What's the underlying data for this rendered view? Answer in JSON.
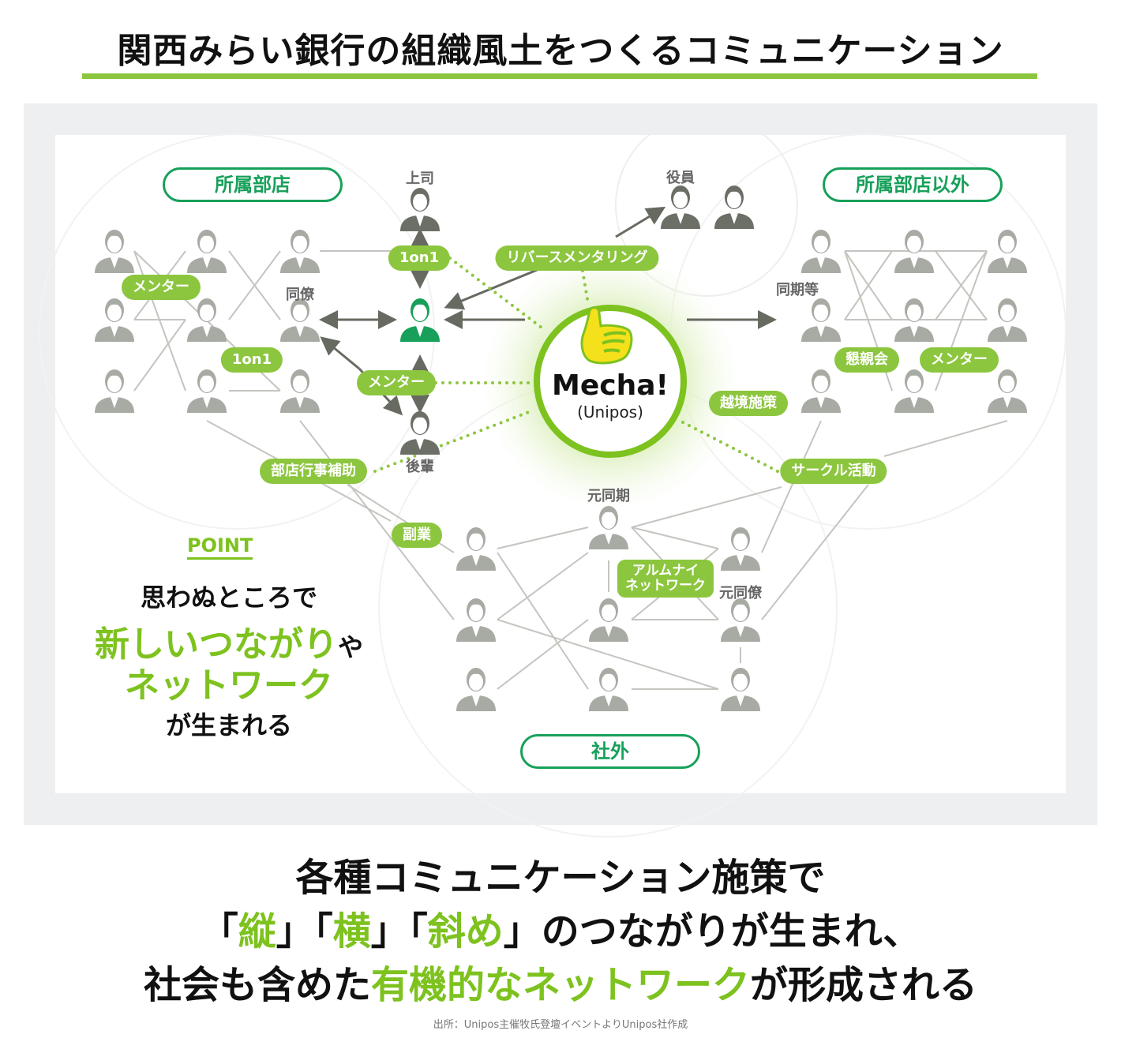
{
  "title": "関西みらい銀行の組織風土をつくるコミュニケーション",
  "groups": {
    "own": "所属部店",
    "other": "所属部店以外",
    "outside": "社外"
  },
  "person_labels": {
    "boss": "上司",
    "exec": "役員",
    "colleague": "同僚",
    "peers": "同期等",
    "junior": "後輩",
    "former_peers": "元同期",
    "former_colleague": "元同僚"
  },
  "pills": {
    "one_on_one_top": "1on1",
    "reverse_mentoring": "リバースメンタリング",
    "mentor_left": "メンター",
    "one_on_one_left": "1on1",
    "mentor_center": "メンター",
    "cross_border": "越境施策",
    "social": "懇親会",
    "mentor_right": "メンター",
    "branch_event": "部店行事補助",
    "circle": "サークル活動",
    "side_job": "副業",
    "alumni": "アルムナイ\nネットワーク"
  },
  "center": {
    "name": "Mecha!",
    "sub": "(Unipos)"
  },
  "point": {
    "label": "POINT",
    "line1": "思わぬところで",
    "line2a": "新しいつながり",
    "line2b": "や",
    "line3": "ネットワーク",
    "line4": "が生まれる"
  },
  "bottom": {
    "line1": "各種コミュニケーション施策で",
    "l2_q1": "「",
    "l2_tate": "縦",
    "l2_q2": "」「",
    "l2_yoko": "横",
    "l2_q3": "」「",
    "l2_naname": "斜め",
    "l2_rest": "」のつながりが生まれ、",
    "l3_a": "社会も含めた",
    "l3_green": "有機的なネットワーク",
    "l3_b": "が形成される"
  },
  "source": "出所：Unipos主催牧氏登壇イベントよりUnipos社作成",
  "colors": {
    "green": "#8cc63f",
    "dark_green": "#17a05a",
    "gray_person": "#a8aba3",
    "dark_person": "#6b6f66"
  }
}
